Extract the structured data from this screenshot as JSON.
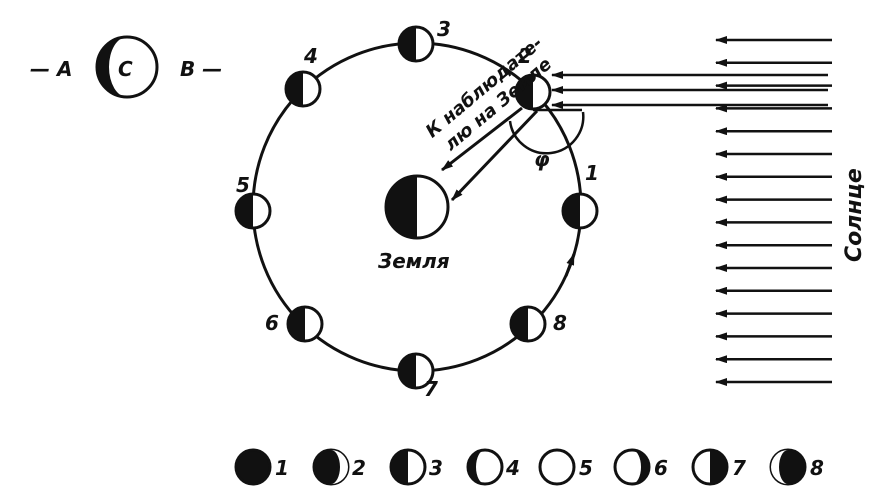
{
  "colors": {
    "ink": "#111111",
    "paper": "#ffffff"
  },
  "legend_top": {
    "left_label": "— A",
    "center_label": "C",
    "right_label": "B —"
  },
  "orbit_labels": [
    "1",
    "2",
    "3",
    "4",
    "5",
    "6",
    "7",
    "8"
  ],
  "earth_label": "Земля",
  "observer_text_line1": "К наблюдате-",
  "observer_text_line2": "лю на Земле",
  "angle_label": "φ",
  "sun_label": "Солнце",
  "phase_labels": [
    "1",
    "2",
    "3",
    "4",
    "5",
    "6",
    "7",
    "8"
  ]
}
